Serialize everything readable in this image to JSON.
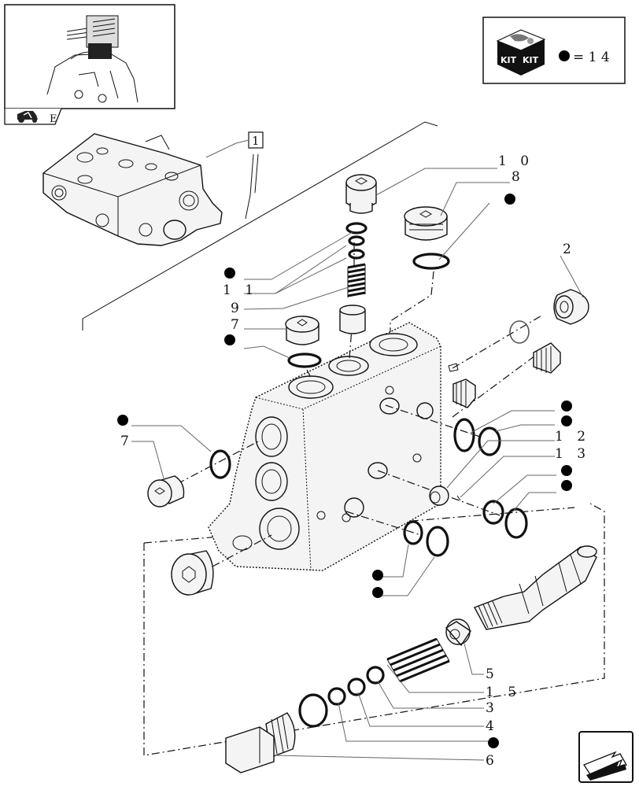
{
  "inset": {
    "tab_icon": "tractor-icon",
    "tab_letter": "E"
  },
  "kit_box": {
    "icon": "kit-box-icon",
    "kit_label_1": "KIT",
    "kit_label_2": "KIT",
    "legend_text": "= 1 4"
  },
  "reference_box": "1",
  "callouts": {
    "c10": "1 0",
    "c8": "8",
    "c2": "2",
    "c11": "1 1",
    "c9": "9",
    "c7a": "7",
    "c7b": "7",
    "c12": "1 2",
    "c13": "1 3",
    "c5": "5",
    "c15": "1 5",
    "c3": "3",
    "c4": "4",
    "c6": "6"
  },
  "nav": {
    "next_icon": "arrow-next-icon"
  }
}
